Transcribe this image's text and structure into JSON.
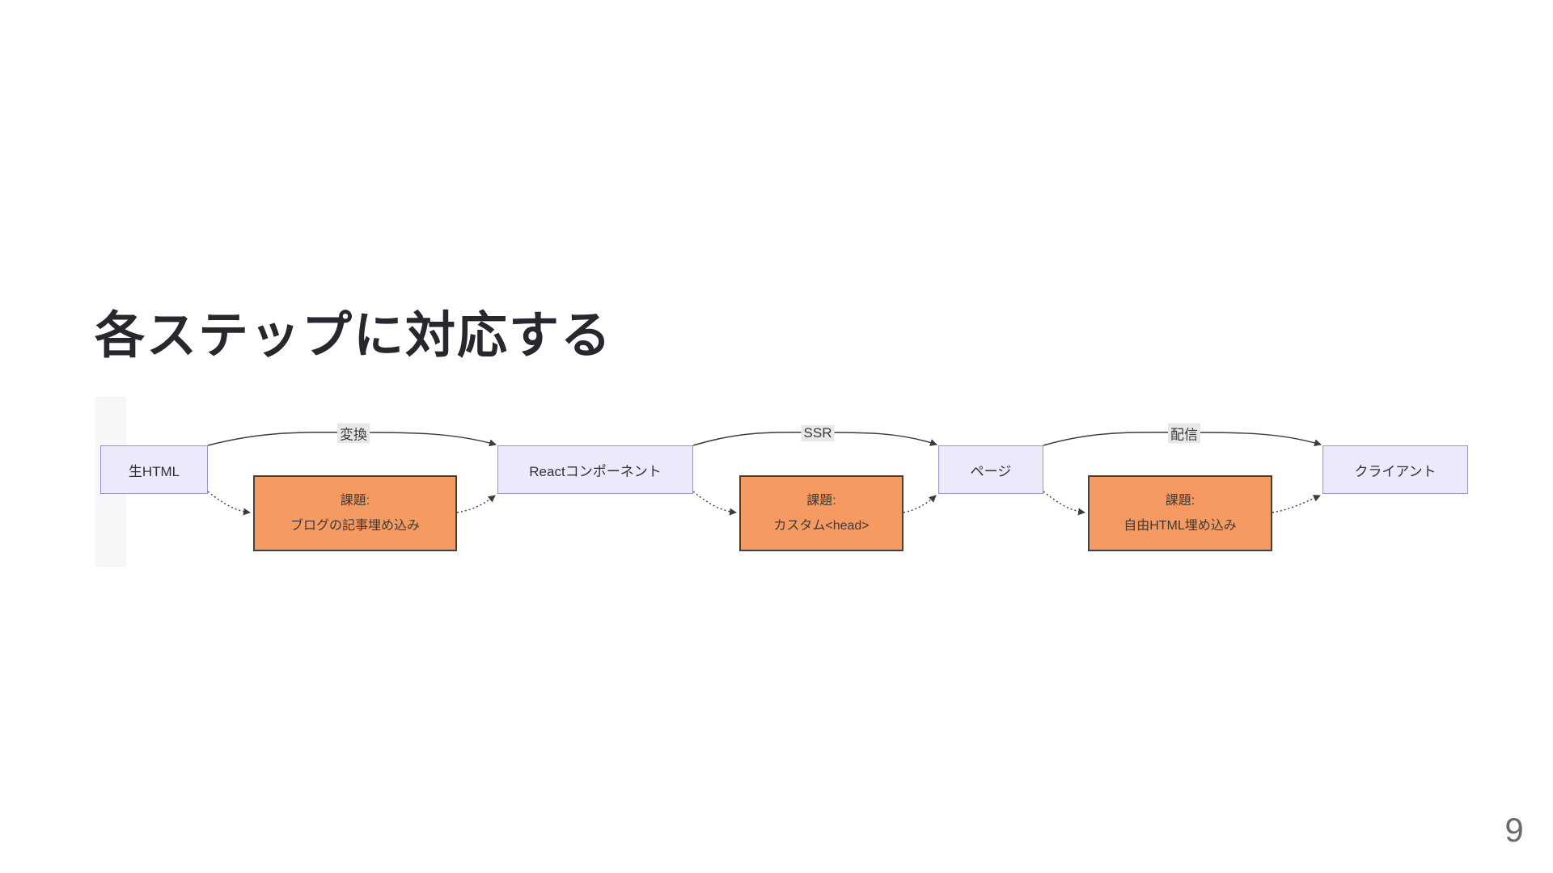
{
  "slide": {
    "title": "各ステップに対応する",
    "page_number": "9"
  },
  "colors": {
    "background": "#ffffff",
    "title_text": "#26282e",
    "node_fill": "#eceafa",
    "node_border": "#9c91cb",
    "issue_fill": "#f59a62",
    "issue_border": "#43413a",
    "edge_line": "#3c3c3c",
    "edge_label_bg": "#e8e8e8",
    "page_number_text": "#6b6b6b"
  },
  "diagram": {
    "flow_nodes": [
      {
        "label": "生HTML"
      },
      {
        "label": "Reactコンポーネント"
      },
      {
        "label": "ページ"
      },
      {
        "label": "クライアント"
      }
    ],
    "edge_labels": [
      {
        "label": "変換"
      },
      {
        "label": "SSR"
      },
      {
        "label": "配信"
      }
    ],
    "issue_boxes": [
      {
        "heading": "課題:",
        "text": "ブログの記事埋め込み"
      },
      {
        "heading": "課題:",
        "text": "カスタム<head>"
      },
      {
        "heading": "課題:",
        "text": "自由HTML埋め込み"
      }
    ]
  }
}
